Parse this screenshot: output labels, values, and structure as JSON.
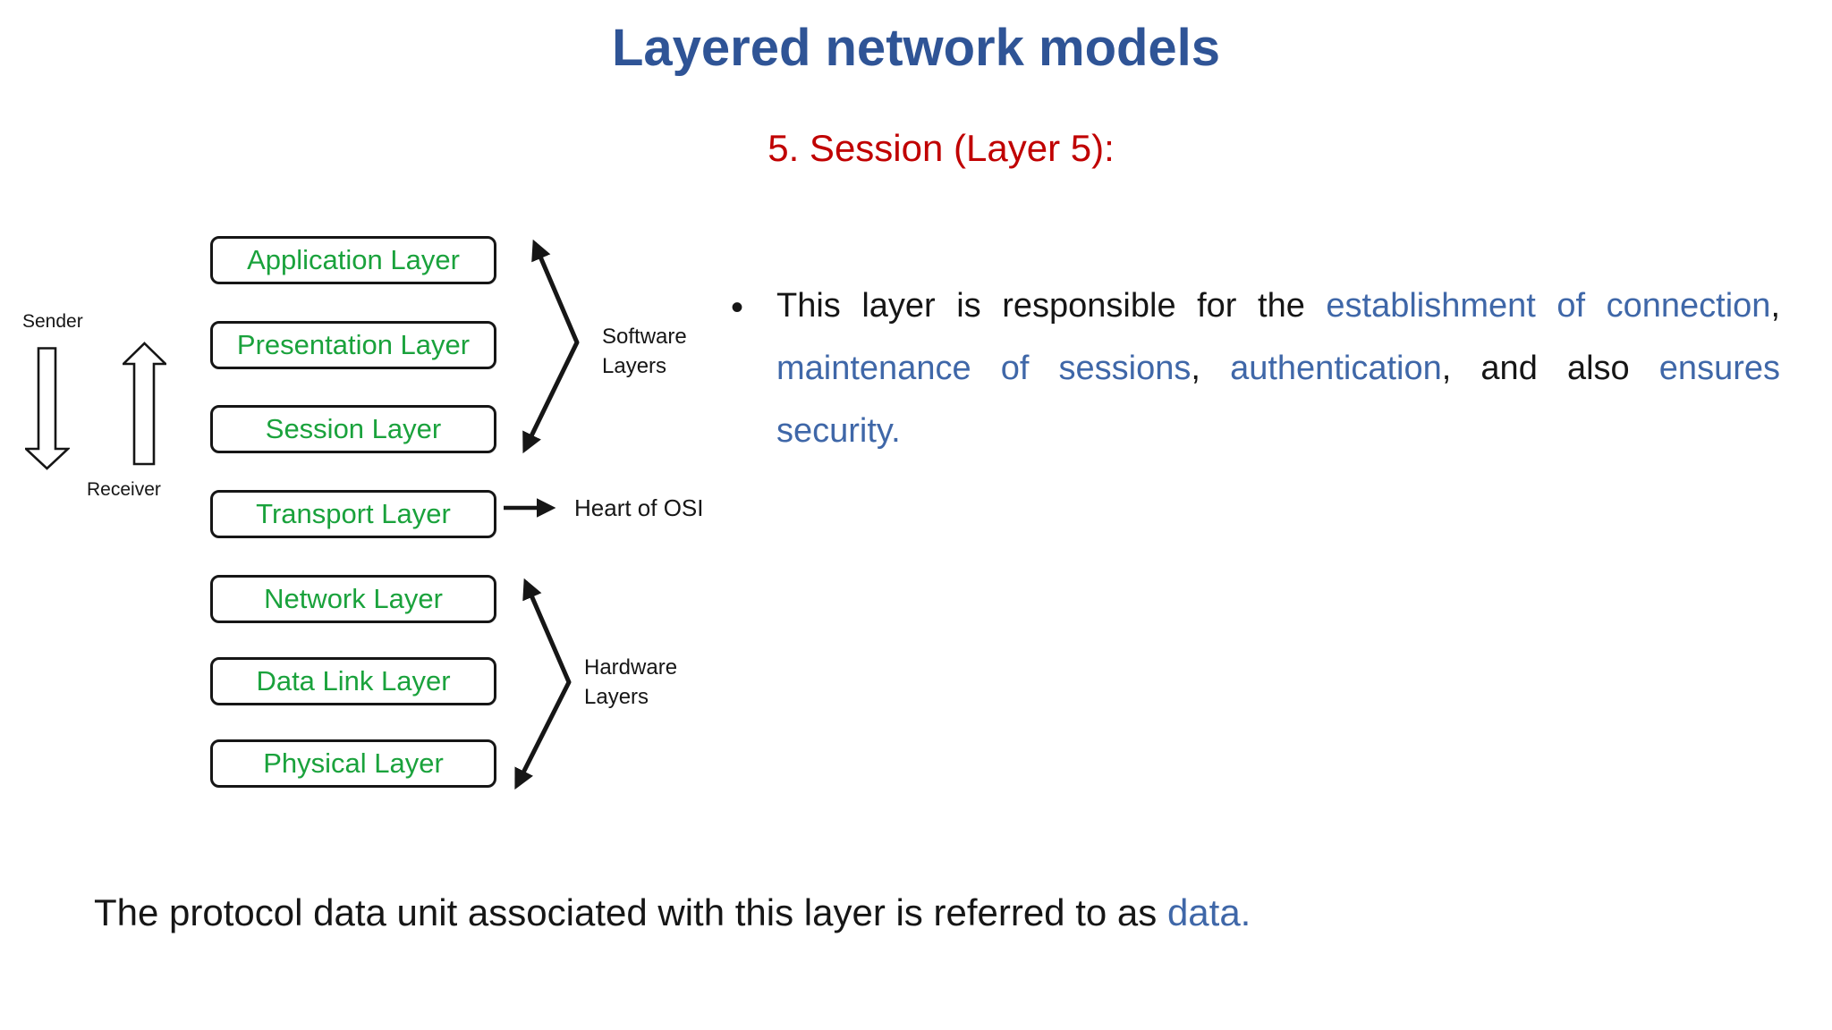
{
  "colors": {
    "title_blue": "#2F5496",
    "heading_red": "#C00000",
    "layer_green": "#1AA23C",
    "body_blue": "#3F67A8",
    "text_black": "#161616"
  },
  "header": {
    "title": "Layered network models",
    "subtitle": "5. Session (Layer 5):"
  },
  "diagram": {
    "sender_label": "Sender",
    "receiver_label": "Receiver",
    "layers": [
      "Application Layer",
      "Presentation Layer",
      "Session Layer",
      "Transport Layer",
      "Network Layer",
      "Data Link Layer",
      "Physical Layer"
    ],
    "software_group_label": "Software Layers",
    "hardware_group_label": "Hardware Layers",
    "transport_callout": "Heart of OSI"
  },
  "body": {
    "bullet_marker": "•",
    "lines": [
      {
        "segments": [
          {
            "text": "This layer is responsible for the ",
            "color": "#161616"
          },
          {
            "text": "establishment of connection",
            "color": "#3F67A8"
          },
          {
            "text": ",",
            "color": "#161616"
          }
        ]
      },
      {
        "segments": [
          {
            "text": "maintenance of sessions",
            "color": "#3F67A8"
          },
          {
            "text": ", ",
            "color": "#161616"
          },
          {
            "text": "authentication",
            "color": "#3F67A8"
          },
          {
            "text": ", and also ",
            "color": "#161616"
          },
          {
            "text": "ensures",
            "color": "#3F67A8"
          }
        ]
      },
      {
        "segments": [
          {
            "text": "security.",
            "color": "#3F67A8"
          }
        ]
      }
    ]
  },
  "footer": {
    "segments": [
      {
        "text": "The protocol data unit associated with this layer is referred to as ",
        "color": "#161616"
      },
      {
        "text": "data.",
        "color": "#3F67A8"
      }
    ]
  }
}
